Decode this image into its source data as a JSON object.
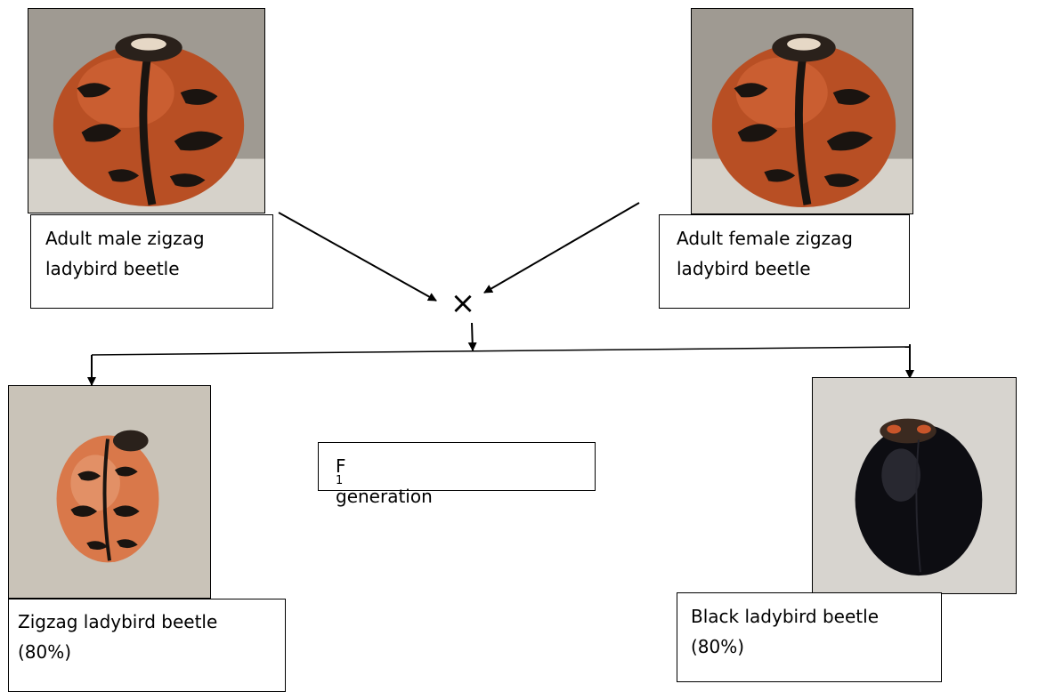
{
  "parents": {
    "male": {
      "line1": "Adult male zigzag",
      "line2": "ladybird beetle"
    },
    "female": {
      "line1": "Adult female zigzag",
      "line2": "ladybird beetle"
    }
  },
  "cross_symbol": "×",
  "generation": {
    "prefix": "F",
    "subscript": "1",
    "suffix": " generation"
  },
  "offspring": {
    "zigzag": {
      "line1": "Zigzag ladybird beetle",
      "line2": "(80%)"
    },
    "black": {
      "line1": "Black ladybird beetle",
      "line2": "(80%)"
    }
  },
  "colors": {
    "zigzag_shell": "#c8552a",
    "zigzag_marks": "#1a1410",
    "black_shell": "#0d0d12",
    "photo_bg": "#c9c3b8"
  }
}
